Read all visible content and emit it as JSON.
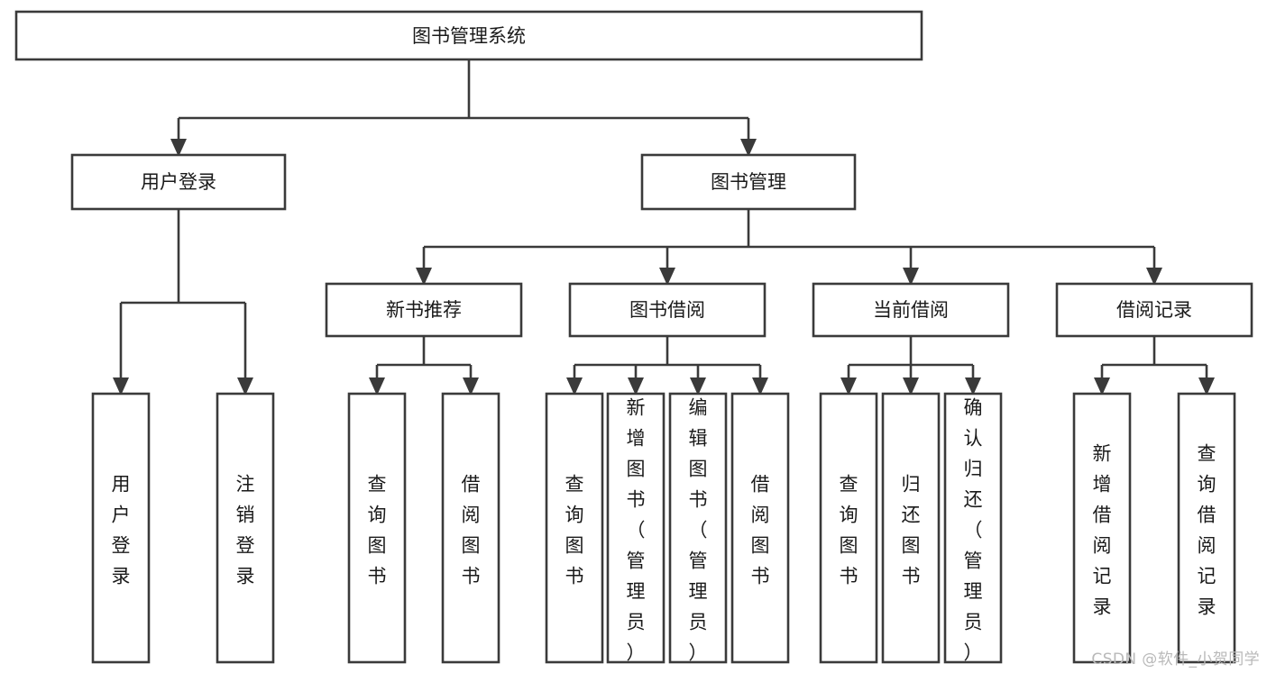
{
  "diagram": {
    "title": "图书管理系统",
    "type": "tree-hierarchy-functional-structure",
    "watermark": "CSDN @软件_小贺同学",
    "colors": {
      "background": "#ffffff",
      "box_fill": "#ffffff",
      "box_stroke": "#3a3a3a",
      "connector": "#3a3a3a",
      "text": "#1a1a1a",
      "watermark": "#b9b9b9"
    },
    "root": {
      "label": "图书管理系统"
    },
    "level2": [
      {
        "label": "用户登录"
      },
      {
        "label": "图书管理"
      }
    ],
    "level3": [
      {
        "label": "新书推荐"
      },
      {
        "label": "图书借阅"
      },
      {
        "label": "当前借阅"
      },
      {
        "label": "借阅记录"
      }
    ],
    "leaves": {
      "user_login": [
        {
          "label": "用户登录"
        },
        {
          "label": "注销登录"
        }
      ],
      "new_book_recommend": [
        {
          "label": "查询图书"
        },
        {
          "label": "借阅图书"
        }
      ],
      "book_borrow": [
        {
          "label": "查询图书"
        },
        {
          "label": "新增图书（管理员）"
        },
        {
          "label": "编辑图书（管理员）"
        },
        {
          "label": "借阅图书"
        }
      ],
      "current_borrow": [
        {
          "label": "查询图书"
        },
        {
          "label": "归还图书"
        },
        {
          "label": "确认归还（管理员）"
        }
      ],
      "borrow_record": [
        {
          "label": "新增借阅记录"
        },
        {
          "label": "查询借阅记录"
        }
      ]
    }
  }
}
